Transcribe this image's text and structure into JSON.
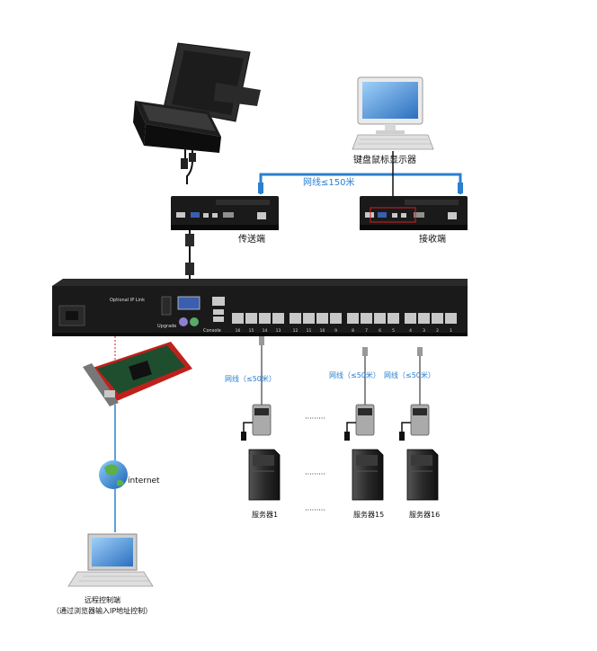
{
  "labels": {
    "keyboard_mouse_monitor": "键盘鼠标显示器",
    "link_150": "网线≤150米",
    "transmitter": "传送端",
    "receiver": "接收端",
    "kvm_link": "Optional IP Link",
    "kvm_upgrade": "Upgrade",
    "kvm_console": "Console",
    "cable_50_a": "网线（≤50米）",
    "cable_50_b": "网线（≤50米）",
    "cable_50_c": "网线（≤50米）",
    "ellipsis_top": "·········",
    "ellipsis_bottom": "·········",
    "server_1": "服务器1",
    "server_15": "服务器15",
    "server_16": "服务器16",
    "internet": "internet",
    "remote_title": "远程控制端",
    "remote_note": "（通过浏览器输入IP地址控制）"
  },
  "port_numbers": [
    "16",
    "15",
    "14",
    "13",
    "12",
    "11",
    "10",
    "9",
    "8",
    "7",
    "6",
    "5",
    "4",
    "3",
    "2",
    "1"
  ],
  "colors": {
    "cable_blue": "#2a7fd0",
    "device_black": "#1a1a1a",
    "port_gray": "#c8c8c8",
    "annotation_red": "#d02020",
    "pcb_red": "#c0201c",
    "screen_blue": "#3a8fd8"
  }
}
